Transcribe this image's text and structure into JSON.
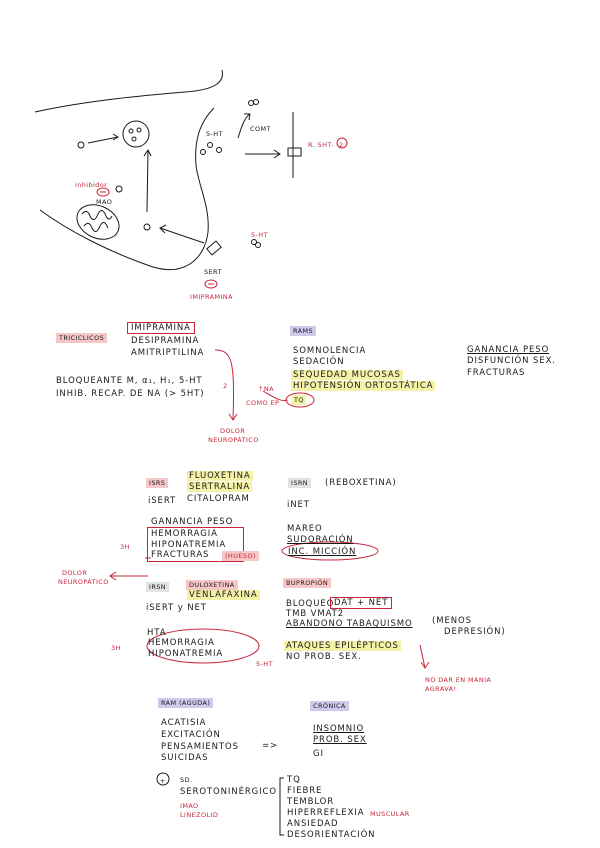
{
  "diagram": {
    "inhibitor": "inhibidor",
    "mao": "MAO",
    "sht_left": "5-HT",
    "comt": "COMT",
    "receptor": "R. 5HT-",
    "receptor_num": "2",
    "sht_right": "5-HT",
    "sert": "SERT",
    "minus": "-",
    "imipramina": "IMIPRAMINA"
  },
  "triciclicos": {
    "title": "TRICICLICOS",
    "drugs": [
      "IMIPRAMINA",
      "DESIPRAMINA",
      "AMITRIPTILINA"
    ],
    "bloqueante": "BLOQUEANTE  M, α₁, H₁, 5-HT",
    "bloqueante_sub": "2",
    "inhib": "INHIB. RECAP. DE NA (> 5HT)",
    "dolor": "DOLOR",
    "neuropatico": "NEUROPÁTICO"
  },
  "rams": {
    "title": "RAMS",
    "items": [
      "SOMNOLENCIA",
      "SEDACIÓN",
      "SEQUEDAD MUCOSAS",
      "HIPOTENSIÓN ORTOSTÁTICA",
      "TQ"
    ],
    "na_label": "↑NA",
    "como_ep": "COMO EP",
    "right": [
      "GANANCIA PESO",
      "DISFUNCIÓN SEX.",
      "FRACTURAS"
    ]
  },
  "isrs": {
    "title": "ISRS",
    "drugs": [
      "FLUOXETINA",
      "SERTRALINA",
      "CITALOPRAM"
    ],
    "mech": "iSERT",
    "effects": [
      "GANANCIA PESO",
      "HEMORRAGIA",
      "HIPONATREMIA",
      "FRACTURAS"
    ],
    "hueso": "(HUESO)",
    "three_h": "3H"
  },
  "isrn": {
    "title": "ISRN",
    "paren": "(REBOXETINA)",
    "mech": "iNET",
    "effects": [
      "MAREO",
      "SUDORACIÓN",
      "INC. MICCIÓN"
    ]
  },
  "irsn": {
    "title": "IRSN",
    "dolor": "DOLOR",
    "neuropatico": "NEUROPÁTICO",
    "drugs": [
      "DULOXETINA",
      "VENLAFAXINA"
    ],
    "mech": "iSERT y NET",
    "effects": [
      "HTA",
      "HEMORRAGIA",
      "HIPONATREMIA"
    ],
    "sht": "5-HT",
    "three_h": "3H"
  },
  "bupropion": {
    "title": "BUPROPIÓN",
    "bloqueo": "BLOQUEO",
    "bloqueo_box": "DAT + NET",
    "lines": [
      "TMB  VMAT2",
      "ABANDONO TABAQUISMO"
    ],
    "menos": "(MENOS",
    "depresion": "DEPRESIÓN)",
    "ataques": "ATAQUES EPILÉPTICOS",
    "no_prob": "NO PROB. SEX.",
    "note1": "NO DAR EN  MANIA",
    "note2": "AGRAVA!"
  },
  "ram_aguda": {
    "title": "RAM (AGUDA)",
    "items": [
      "ACATISIA",
      "EXCITACIÓN",
      "PENSAMIENTOS",
      "SUICIDAS"
    ],
    "arrow": "=>"
  },
  "cronica": {
    "title": "CRÓNICA",
    "items": [
      "INSOMNIO",
      "PROB. SEX",
      "GI"
    ]
  },
  "serotoninergico": {
    "plus": "+",
    "title1": "SD.",
    "title2": "SEROTONINÉRGICO",
    "imao": "IMAO",
    "linezolid": "LINEZOLID",
    "items": [
      "TQ",
      "FIEBRE",
      "TEMBLOR",
      "HIPERREFLEXIA",
      "ANSIEDAD",
      "DESORIENTACIÓN"
    ],
    "muscular": "MUSCULAR"
  }
}
